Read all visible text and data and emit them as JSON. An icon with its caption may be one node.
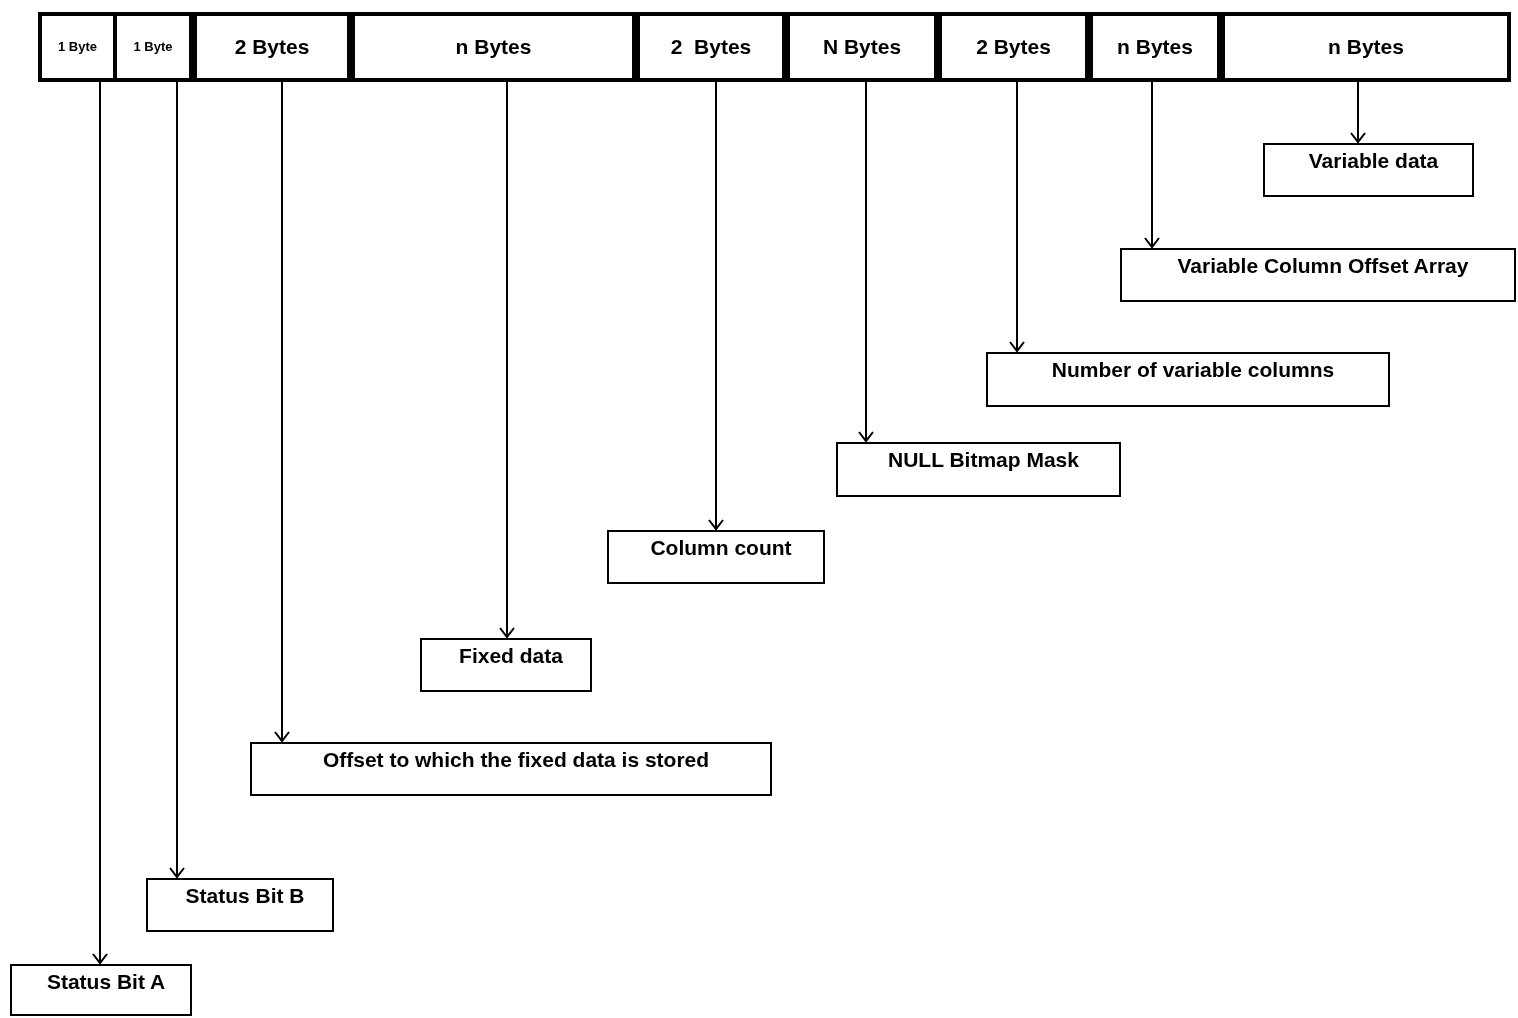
{
  "diagram": {
    "nodes": [
      {
        "text": [
          "1 Byte"
        ]
      },
      {
        "text": [
          "1 Byte"
        ]
      },
      {
        "text": [
          "2 Bytes"
        ]
      },
      {
        "text": [
          "n Bytes"
        ]
      },
      {
        "text": [
          "2  Bytes"
        ]
      },
      {
        "text": [
          "N Bytes"
        ]
      },
      {
        "text": [
          "2 Bytes"
        ]
      },
      {
        "text": [
          "n Bytes"
        ]
      },
      {
        "text": [
          "n Bytes"
        ]
      },
      {
        "text": [
          "Variable data"
        ]
      },
      {
        "text": [
          "Variable Column Offset Array"
        ]
      },
      {
        "text": [
          "Number of variable columns"
        ]
      },
      {
        "text": [
          "NULL Bitmap Mask"
        ]
      },
      {
        "text": [
          "Column count"
        ]
      },
      {
        "text": [
          "Fixed data"
        ]
      },
      {
        "text": [
          "Offset to which the fixed data is stored"
        ]
      },
      {
        "text": [
          "Status Bit B"
        ]
      },
      {
        "text": [
          "Status Bit A"
        ]
      }
    ],
    "edges": [
      {
        "from": 8,
        "to": 9,
        "arrow": "to"
      },
      {
        "from": 7,
        "to": 10,
        "arrow": "to"
      },
      {
        "from": 6,
        "to": 11,
        "arrow": "to"
      },
      {
        "from": 5,
        "to": 12,
        "arrow": "to"
      },
      {
        "from": 4,
        "to": 13,
        "arrow": "to"
      },
      {
        "from": 3,
        "to": 14,
        "arrow": "to"
      },
      {
        "from": 2,
        "to": 15,
        "arrow": "to"
      },
      {
        "from": 1,
        "to": 16,
        "arrow": "to"
      },
      {
        "from": 0,
        "to": 17,
        "arrow": "to"
      }
    ]
  }
}
